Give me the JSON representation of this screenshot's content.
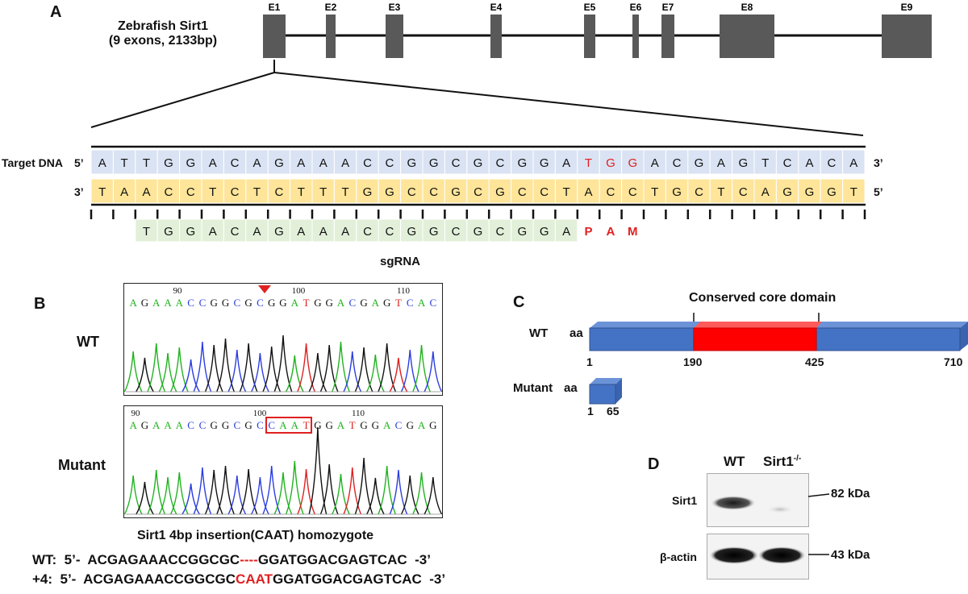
{
  "panelA": {
    "letter": "A",
    "gene_title_line1": "Zebrafish Sirt1",
    "gene_title_line2": "(9 exons, 2133bp)",
    "exons": [
      "E1",
      "E2",
      "E3",
      "E4",
      "E5",
      "E6",
      "E7",
      "E8",
      "E9"
    ],
    "target_label": "Target DNA",
    "strand_top_left": "5’",
    "strand_top_right": "3’",
    "strand_bottom_left": "3’",
    "strand_bottom_right": "5’",
    "top_strand": [
      "A",
      "T",
      "T",
      "G",
      "G",
      "A",
      "C",
      "A",
      "G",
      "A",
      "A",
      "A",
      "C",
      "C",
      "G",
      "G",
      "C",
      "G",
      "C",
      "G",
      "G",
      "A",
      "T",
      "G",
      "G",
      "A",
      "C",
      "G",
      "A",
      "G",
      "T",
      "C",
      "A",
      "C",
      "A"
    ],
    "top_red_indices": [
      22,
      23,
      24
    ],
    "bottom_strand": [
      "T",
      "A",
      "A",
      "C",
      "C",
      "T",
      "C",
      "T",
      "C",
      "T",
      "T",
      "T",
      "G",
      "G",
      "C",
      "C",
      "G",
      "C",
      "G",
      "C",
      "C",
      "T",
      "A",
      "C",
      "C",
      "T",
      "G",
      "C",
      "T",
      "C",
      "A",
      "G",
      "G",
      "G",
      "T"
    ],
    "sgrna": [
      "T",
      "G",
      "G",
      "A",
      "C",
      "A",
      "G",
      "A",
      "A",
      "A",
      "C",
      "C",
      "G",
      "G",
      "C",
      "G",
      "C",
      "G",
      "G",
      "A"
    ],
    "pam": [
      "P",
      "A",
      "M"
    ],
    "sgrna_label": "sgRNA"
  },
  "panelB": {
    "letter": "B",
    "wt_label": "WT",
    "mutant_label": "Mutant",
    "wt_positions": [
      "90",
      "100",
      "110"
    ],
    "wt_seq": [
      "A",
      "G",
      "A",
      "A",
      "A",
      "C",
      "C",
      "G",
      "G",
      "C",
      "G",
      "C",
      "G",
      "G",
      "A",
      "T",
      "G",
      "G",
      "A",
      "C",
      "G",
      "A",
      "G",
      "T",
      "C",
      "A",
      "C"
    ],
    "mut_positions": [
      "90",
      "100",
      "110"
    ],
    "mut_seq": [
      "A",
      "G",
      "A",
      "A",
      "A",
      "C",
      "C",
      "G",
      "G",
      "C",
      "G",
      "C",
      "C",
      "A",
      "A",
      "T",
      "G",
      "G",
      "A",
      "T",
      "G",
      "G",
      "A",
      "C",
      "G",
      "A",
      "G"
    ],
    "caption": "Sirt1 4bp insertion(CAAT) homozygote",
    "wt_line_prefix": "WT:  5’-  ",
    "wt_line_a": "ACGAGAAACCGGCGC",
    "wt_line_gap": "----",
    "wt_line_b": "GGATGGACGAGTCAC  -3’",
    "mut_line_prefix": "+4:  5’-  ",
    "mut_line_a": "ACGAGAAACCGGCGC",
    "mut_line_ins": "CAAT",
    "mut_line_b": "GGATGGACGAGTCAC  -3’"
  },
  "panelC": {
    "letter": "C",
    "domain_label": "Conserved core domain",
    "wt_label": "WT",
    "mutant_label": "Mutant",
    "aa_label": "aa",
    "wt_ticks": [
      "1",
      "190",
      "425",
      "710"
    ],
    "mutant_ticks": [
      "1",
      "65"
    ],
    "colors": {
      "protein": "#4472c4",
      "domain": "#ff0000"
    }
  },
  "panelD": {
    "letter": "D",
    "col_wt": "WT",
    "col_ko": "Sirt1",
    "col_ko_sup": "-/-",
    "row1_label": "Sirt1",
    "row2_label": "β-actin",
    "row1_size": "82 kDa",
    "row2_size": "43 kDa"
  }
}
